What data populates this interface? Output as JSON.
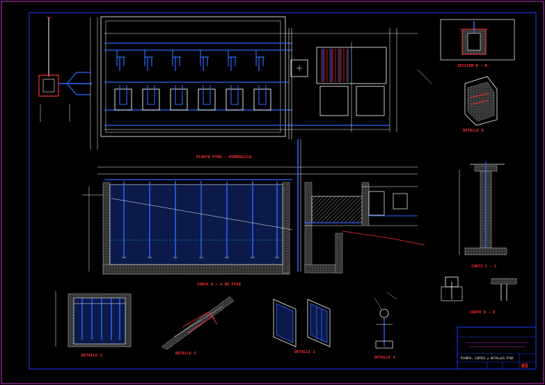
{
  "titles": {
    "plan": "PLANTA PTAR - HIDRAULICA",
    "section_aa": "CORTE A - A DE PTAR",
    "section_bb": "SECCION B - B",
    "detail_a": "DETALLE A",
    "section_cc": "CORTE C - C",
    "section_dd": "CORTE D - D",
    "detail_1": "DETALLE 1",
    "detail_2": "DETALLE 2",
    "detail_3": "DETALLE 3",
    "detail_4": "DETALLE 4"
  },
  "title_block": {
    "drawing_title": "PLANTA, CORTES y DETALLES PTAR",
    "sheet_number": "05"
  },
  "colors": {
    "background": "#000000",
    "water_lines": "#2f6bff",
    "outline": "#ffffff",
    "annotation": "#ff3030",
    "concrete": "#8a8a8a",
    "frame": "#1e3cff",
    "dimension": "#33ddff",
    "tank_fill": "#0b1a4a"
  }
}
